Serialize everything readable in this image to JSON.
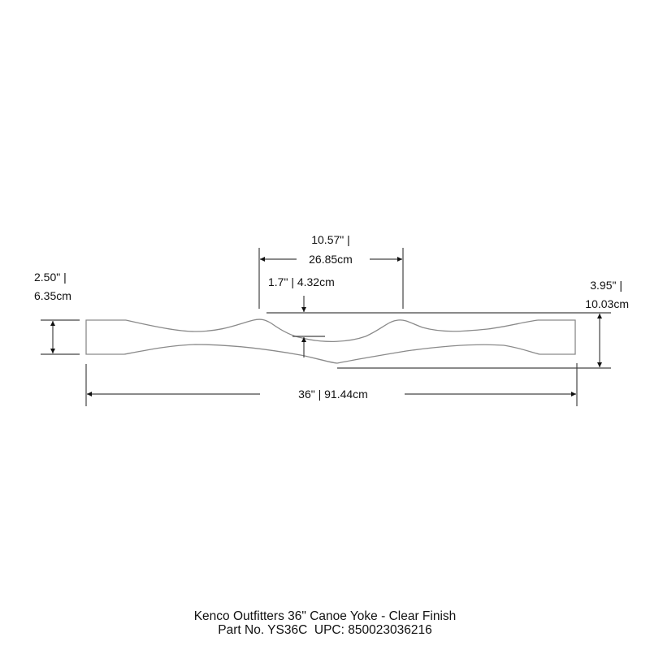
{
  "dimensions": {
    "center_span": {
      "line1": "10.57\" |",
      "line2": "26.85cm"
    },
    "center_depth": {
      "label": "1.7\" | 4.32cm"
    },
    "end_width": {
      "line1": "2.50\" |",
      "line2": "6.35cm"
    },
    "overall_height": {
      "line1": "3.95\" |",
      "line2": "10.03cm"
    },
    "overall_length": {
      "label": "36\" | 91.44cm"
    }
  },
  "footer": {
    "title": "Kenco Outfitters 36\" Canoe Yoke - Clear Finish",
    "part_line": "Part No. YS36C  UPC: 850023036216"
  },
  "colors": {
    "outline": "#8a8a8a",
    "dimension_line": "#444444",
    "text": "#111111"
  }
}
